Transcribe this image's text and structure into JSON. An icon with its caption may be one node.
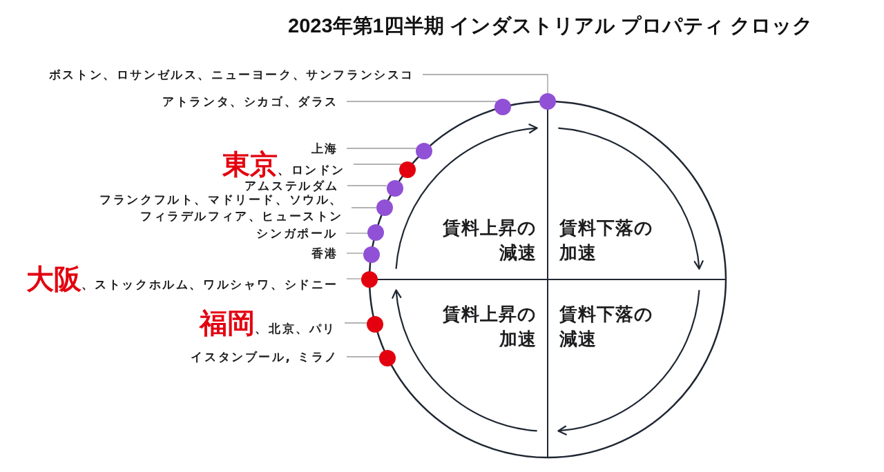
{
  "diagram": {
    "title": "2023年第1四半期 インダストリアル プロパティ クロック",
    "nodes": [
      {
        "text": [
          "ボストン、ロサンゼルス、ニューヨーク、サンフランシスコ"
        ]
      },
      {
        "text": [],
        "shape": "circle"
      },
      {
        "text": [
          "アトランタ、シカゴ、ダラス"
        ]
      },
      {
        "text": [],
        "shape": "circle"
      },
      {
        "text": [
          "上海"
        ]
      },
      {
        "text": [],
        "shape": "circle"
      },
      {
        "text": [
          "**東京**、ロンドン"
        ]
      },
      {
        "text": [],
        "shape": "circle"
      },
      {
        "text": [
          "アムステルダム"
        ]
      },
      {
        "text": [],
        "shape": "circle"
      },
      {
        "text": [
          "フランクフルト、マドリード、ソウル、フィラデルフィア、ヒューストン"
        ]
      },
      {
        "text": [],
        "shape": "circle"
      },
      {
        "text": [
          "シンガポール"
        ]
      },
      {
        "text": [],
        "shape": "circle"
      },
      {
        "text": [
          "香港"
        ]
      },
      {
        "text": [],
        "shape": "circle"
      },
      {
        "text": [
          "**大阪**、ストックホルム、ワルシャワ、シドニー"
        ]
      },
      {
        "text": [],
        "shape": "circle"
      },
      {
        "text": [
          "**福岡**、北京、パリ"
        ]
      },
      {
        "text": [],
        "shape": "circle"
      },
      {
        "text": [
          "イスタンブール, ミラノ"
        ]
      },
      {
        "text": [],
        "shape": "circle"
      }
    ],
    "edges": [
      {
        "from": 0,
        "to": 1,
        "arrow": "none"
      },
      {
        "from": 2,
        "to": 3,
        "arrow": "none"
      },
      {
        "from": 4,
        "to": 5,
        "arrow": "none"
      },
      {
        "from": 6,
        "to": 7,
        "arrow": "none"
      },
      {
        "from": 8,
        "to": 9,
        "arrow": "none"
      },
      {
        "from": 10,
        "to": 11,
        "arrow": "none"
      },
      {
        "from": 12,
        "to": 13,
        "arrow": "none"
      },
      {
        "from": 14,
        "to": 15,
        "arrow": "none"
      },
      {
        "from": 16,
        "to": 17,
        "arrow": "none"
      },
      {
        "from": 18,
        "to": 19,
        "arrow": "none"
      },
      {
        "from": 20,
        "to": 21,
        "arrow": "none"
      }
    ],
    "labels": [
      "賃料上昇の減速",
      "賃料下落の加速",
      "賃料上昇の加速",
      "賃料下落の減速"
    ]
  }
}
